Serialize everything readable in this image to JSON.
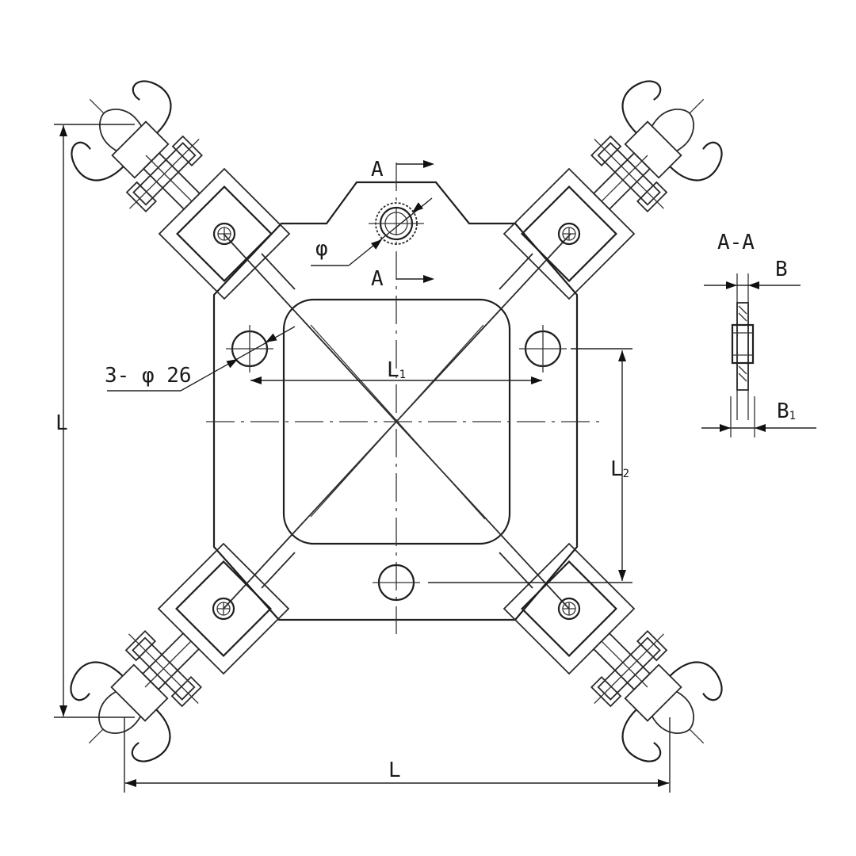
{
  "labels": {
    "section_top": "A",
    "section_bottom": "A",
    "phi": "φ",
    "holes": "3- φ 26",
    "L1_main": "L",
    "L1_sub": "1",
    "L2_main": "L",
    "L2_sub": "2",
    "L_left": "L",
    "L_bottom": "L",
    "section_view": "A-A",
    "B": "B",
    "B1_main": "B",
    "B1_sub": "1"
  },
  "colors": {
    "line": "#2b2b2b",
    "background": "#ffffff"
  }
}
